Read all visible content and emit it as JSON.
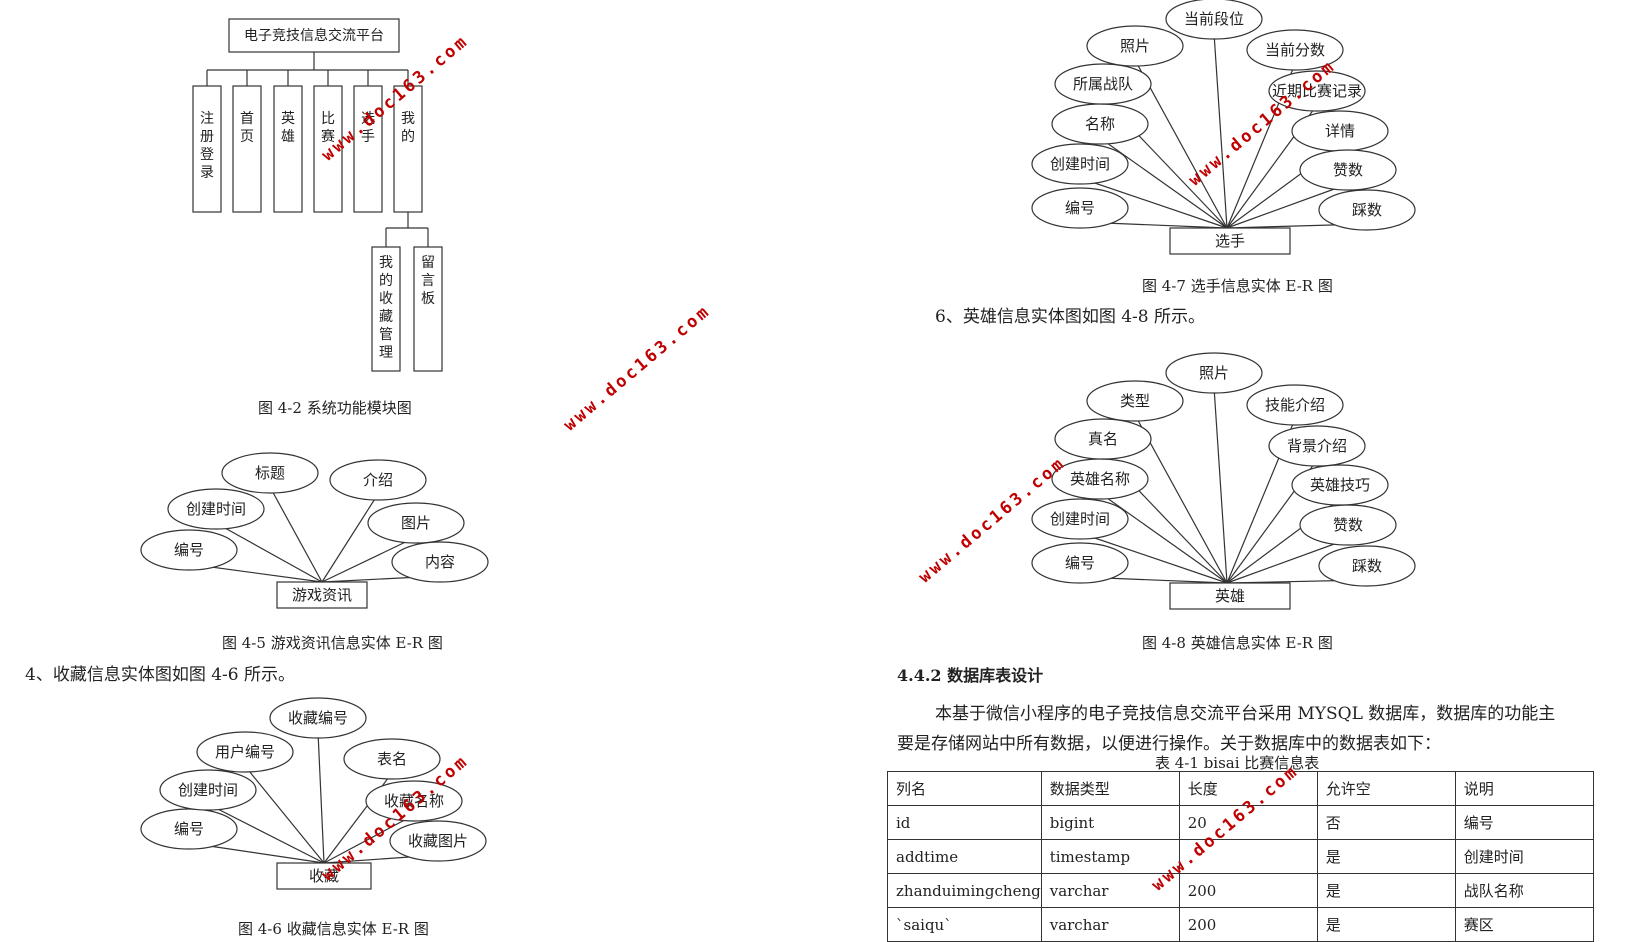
{
  "module_diagram": {
    "root": "电子竞技信息交流平台",
    "modules": [
      "注册登录",
      "首页",
      "英雄",
      "比赛",
      "选手",
      "我的"
    ],
    "sub_modules": [
      "我的收藏管理",
      "留言板"
    ],
    "caption": "图 4-2  系统功能模块图"
  },
  "er_news": {
    "entity": "游戏资讯",
    "attributes": [
      "编号",
      "创建时间",
      "标题",
      "介绍",
      "图片",
      "内容"
    ],
    "caption": "图 4-5   游戏资讯信息实体 E-R 图"
  },
  "para_fav": "4、收藏信息实体图如图 4-6 所示。",
  "er_fav": {
    "entity": "收藏",
    "attributes": [
      "编号",
      "创建时间",
      "用户编号",
      "收藏编号",
      "表名",
      "收藏名称",
      "收藏图片"
    ],
    "caption": "图 4-6   收藏信息实体 E-R 图"
  },
  "er_player": {
    "entity": "选手",
    "attributes": [
      "编号",
      "创建时间",
      "名称",
      "所属战队",
      "照片",
      "当前段位",
      "当前分数",
      "近期比赛记录",
      "详情",
      "赞数",
      "踩数"
    ],
    "caption": "图 4-7   选手信息实体 E-R 图"
  },
  "para_hero": "6、英雄信息实体图如图 4-8 所示。",
  "er_hero": {
    "entity": "英雄",
    "attributes": [
      "编号",
      "创建时间",
      "英雄名称",
      "真名",
      "类型",
      "照片",
      "技能介绍",
      "背景介绍",
      "英雄技巧",
      "赞数",
      "踩数"
    ],
    "caption": "图 4-8   英雄信息实体 E-R 图"
  },
  "section_title": "4.4.2 数据库表设计",
  "body_line1": "本基于微信小程序的电子竞技信息交流平台采用 MYSQL 数据库，数据库的功能主",
  "body_line2": "要是存储网站中所有数据，以便进行操作。关于数据库中的数据表如下：",
  "table_caption": "表 4-1  bisai 比赛信息表",
  "table": {
    "headers": [
      "列名",
      "数据类型",
      "长度",
      "允许空",
      "说明"
    ],
    "rows": [
      [
        "id",
        "bigint",
        "20",
        "否",
        "编号"
      ],
      [
        "addtime",
        "timestamp",
        "",
        "是",
        "创建时间"
      ],
      [
        "zhanduimingcheng",
        "varchar",
        "200",
        "是",
        "战队名称"
      ],
      [
        "`saiqu`",
        "varchar",
        "200",
        "是",
        "赛区"
      ]
    ]
  },
  "watermark": "www.doc163.com"
}
